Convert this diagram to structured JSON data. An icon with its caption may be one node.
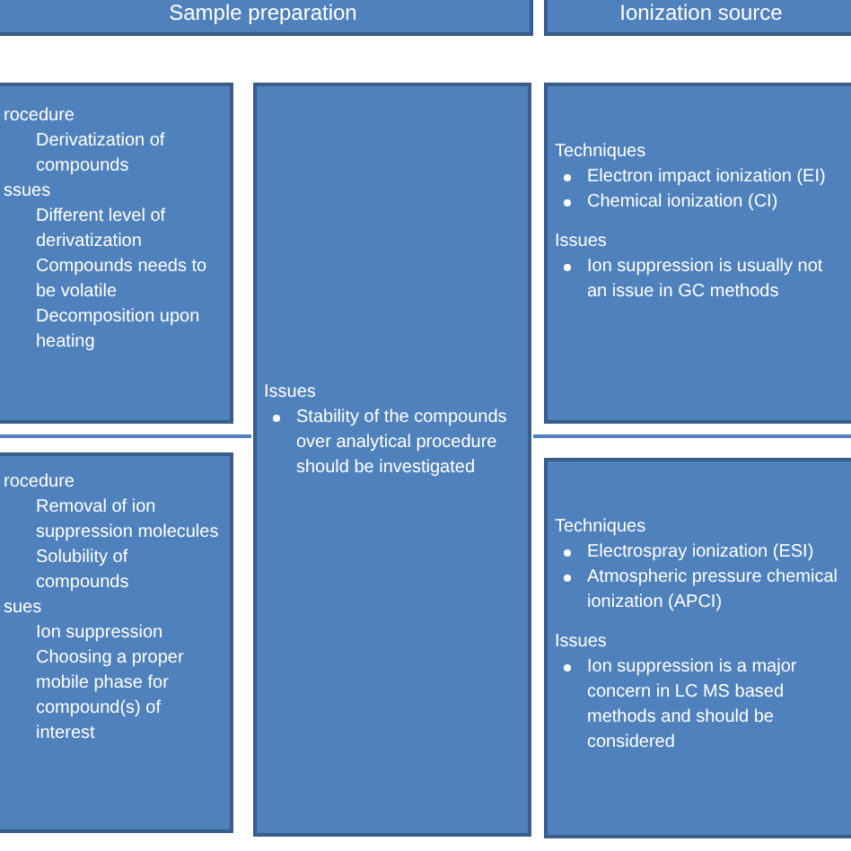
{
  "diagram": {
    "nodes": [
      {
        "text": [
          "Sample preparation"
        ]
      },
      {
        "text": [
          "Ionization source"
        ]
      },
      {
        "text": [
          "rocedure",
          "Derivatization of compounds",
          "ssues",
          "Different level of derivatization",
          "Compounds needs to be volatile",
          "Decomposition upon heating"
        ]
      },
      {
        "text": [
          "Issues",
          "Stability of the compounds over analytical procedure should be investigated"
        ]
      },
      {
        "text": [
          "Techniques",
          "Electron impact ionization (EI)",
          "Chemical ionization (CI)",
          "Issues",
          "Ion suppression is usually not an issue in GC methods"
        ]
      },
      {
        "text": [
          "rocedure",
          "Removal of ion suppression molecules",
          "Solubility of compounds",
          "sues",
          "Ion suppression",
          "Choosing a proper mobile phase for compound(s) of interest"
        ]
      },
      {
        "text": [
          "Techniques",
          "Electrospray ionization (ESI)",
          "Atmospheric pressure chemical ionization (APCI)",
          "Issues",
          "Ion suppression is a major concern in LC MS based methods and should be considered"
        ]
      }
    ]
  }
}
